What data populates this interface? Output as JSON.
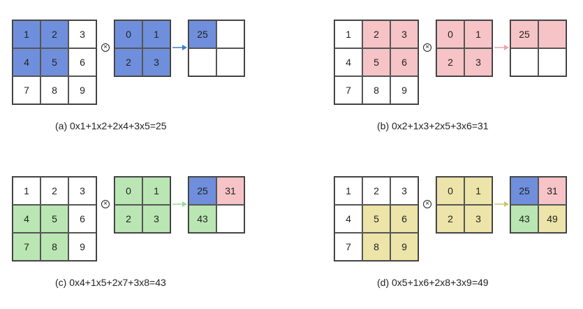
{
  "operator_symbol": "×",
  "kernel": [
    [
      "0",
      "1"
    ],
    [
      "2",
      "3"
    ]
  ],
  "panels": [
    {
      "id": "a",
      "input": [
        [
          "1",
          "2",
          "3"
        ],
        [
          "4",
          "5",
          "6"
        ],
        [
          "7",
          "8",
          "9"
        ]
      ],
      "input_highlight": [
        [
          true,
          true,
          false
        ],
        [
          true,
          true,
          false
        ],
        [
          false,
          false,
          false
        ]
      ],
      "output": [
        [
          "25",
          ""
        ],
        [
          "",
          ""
        ]
      ],
      "output_colors": [
        [
          "#6f8fdc",
          "#ffffff"
        ],
        [
          "#ffffff",
          "#ffffff"
        ]
      ],
      "color": "#6f8fdc",
      "arrow_color": "#3f7ec4",
      "caption": "(a) 0x1+1x2+2x4+3x5=25"
    },
    {
      "id": "b",
      "input": [
        [
          "1",
          "2",
          "3"
        ],
        [
          "4",
          "5",
          "6"
        ],
        [
          "7",
          "8",
          "9"
        ]
      ],
      "input_highlight": [
        [
          false,
          true,
          true
        ],
        [
          false,
          true,
          true
        ],
        [
          false,
          false,
          false
        ]
      ],
      "output": [
        [
          "25",
          ""
        ],
        [
          "",
          ""
        ]
      ],
      "output_colors": [
        [
          "#f6c3c6",
          "#f6c3c6"
        ],
        [
          "#ffffff",
          "#ffffff"
        ]
      ],
      "color": "#f6c3c6",
      "arrow_color": "#f0a3a8",
      "caption": "(b) 0x2+1x3+2x5+3x6=31"
    },
    {
      "id": "c",
      "input": [
        [
          "1",
          "2",
          "3"
        ],
        [
          "4",
          "5",
          "6"
        ],
        [
          "7",
          "8",
          "9"
        ]
      ],
      "input_highlight": [
        [
          false,
          false,
          false
        ],
        [
          true,
          true,
          false
        ],
        [
          true,
          true,
          false
        ]
      ],
      "output": [
        [
          "25",
          "31"
        ],
        [
          "43",
          ""
        ]
      ],
      "output_colors": [
        [
          "#6f8fdc",
          "#f6c3c6"
        ],
        [
          "#b9e6b3",
          "#ffffff"
        ]
      ],
      "color": "#b9e6b3",
      "arrow_color": "#9fd898",
      "caption": "(c) 0x4+1x5+2x7+3x8=43"
    },
    {
      "id": "d",
      "input": [
        [
          "1",
          "2",
          "3"
        ],
        [
          "4",
          "5",
          "6"
        ],
        [
          "7",
          "8",
          "9"
        ]
      ],
      "input_highlight": [
        [
          false,
          false,
          false
        ],
        [
          false,
          true,
          true
        ],
        [
          false,
          true,
          true
        ]
      ],
      "output": [
        [
          "25",
          "31"
        ],
        [
          "43",
          "49"
        ]
      ],
      "output_colors": [
        [
          "#6f8fdc",
          "#f6c3c6"
        ],
        [
          "#b9e6b3",
          "#ece4a8"
        ]
      ],
      "color": "#ece4a8",
      "arrow_color": "#c9c56f",
      "caption": "(d) 0x5+1x6+2x8+3x9=49"
    }
  ]
}
